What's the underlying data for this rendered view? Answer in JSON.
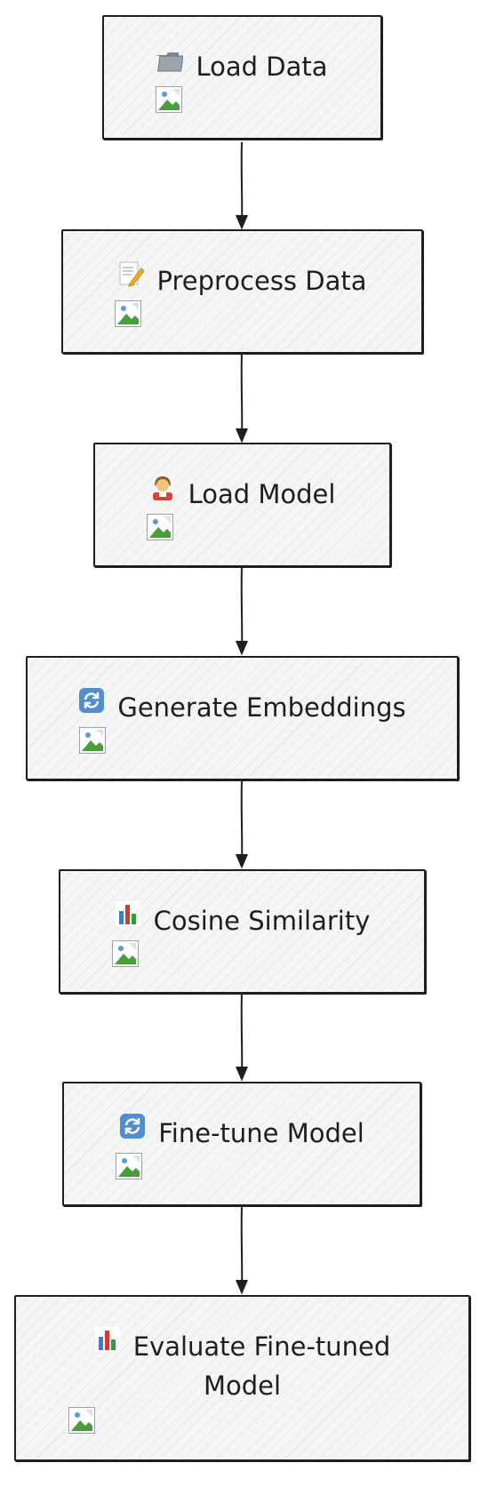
{
  "diagram": {
    "nodes": [
      {
        "id": "load-data",
        "icon": "folder-icon",
        "label": "Load Data"
      },
      {
        "id": "preprocess-data",
        "icon": "memo-icon",
        "label": "Preprocess Data"
      },
      {
        "id": "load-model",
        "icon": "teacher-icon",
        "label": "Load Model"
      },
      {
        "id": "generate-embeddings",
        "icon": "refresh-icon",
        "label": "Generate Embeddings"
      },
      {
        "id": "cosine-similarity",
        "icon": "bar-chart-icon",
        "label": "Cosine Similarity"
      },
      {
        "id": "fine-tune-model",
        "icon": "refresh-icon",
        "label": "Fine-tune Model"
      },
      {
        "id": "evaluate-fine-tuned-model",
        "icon": "bar-chart-icon",
        "label_line1": "Evaluate Fine-tuned",
        "label_line2": "Model"
      }
    ],
    "edges": [
      {
        "from": "load-data",
        "to": "preprocess-data"
      },
      {
        "from": "preprocess-data",
        "to": "load-model"
      },
      {
        "from": "load-model",
        "to": "generate-embeddings"
      },
      {
        "from": "generate-embeddings",
        "to": "cosine-similarity"
      },
      {
        "from": "cosine-similarity",
        "to": "fine-tune-model"
      },
      {
        "from": "fine-tune-model",
        "to": "evaluate-fine-tuned-model"
      }
    ],
    "colors": {
      "stroke": "#1e1e1e",
      "fill": "#f5f5f5"
    }
  }
}
